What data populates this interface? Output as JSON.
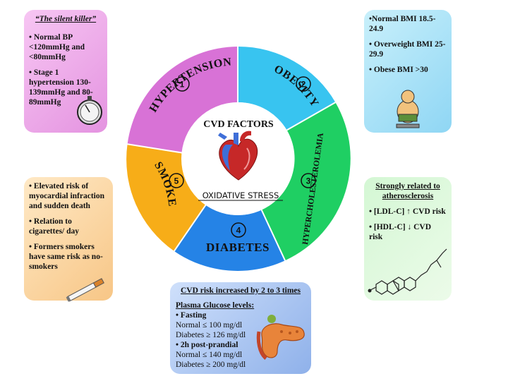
{
  "wheel": {
    "center_title": "CVD FACTORS",
    "center_caption": "OXIDATIVE STRESS",
    "segments": [
      {
        "number": "1",
        "label": "HYPERTENSION",
        "color": "#d872d6"
      },
      {
        "number": "2",
        "label": "OBESITY",
        "color": "#38c4f0"
      },
      {
        "number": "3",
        "label": "HYPERCHOLESTEROLEMIA",
        "color": "#1fcf63"
      },
      {
        "number": "4",
        "label": "DIABETES",
        "color": "#2583e6"
      },
      {
        "number": "5",
        "label": "SMOKE",
        "color": "#f7ad18"
      }
    ]
  },
  "hypertension_box": {
    "heading": "“The silent killer”",
    "items": [
      "• Normal BP <120mmHg and <80mmHg",
      "• Stage 1 hypertension 130-139mmHg and 80-89mmHg"
    ]
  },
  "obesity_box": {
    "items": [
      "•Normal BMI 18.5-24.9",
      "• Overweight BMI 25-29.9",
      "• Obese BMI >30"
    ]
  },
  "smoke_box": {
    "items": [
      "• Elevated risk of myocardial infraction and sudden death",
      "• Relation to cigarettes/ day",
      "• Formers smokers have same risk as no-smokers"
    ]
  },
  "cholesterol_box": {
    "heading": "Strongly related to atherosclerosis",
    "items": [
      "• [LDL-C] ↑ CVD risk",
      "• [HDL-C] ↓ CVD risk"
    ]
  },
  "diabetes_box": {
    "heading": "CVD risk increased by 2 to 3 times",
    "subheading": "Plasma Glucose levels:",
    "fasting_label": "•   Fasting",
    "fasting_normal": "Normal ≤ 100 mg/dl",
    "fasting_diabetes": "Diabetes ≥ 126 mg/dl",
    "postprandial_label": "•   2h post-prandial",
    "postprandial_normal": "Normal ≤ 140 mg/dl",
    "postprandial_diabetes": "Diabetes ≥ 200 mg/dl"
  },
  "icons": [
    "blood-pressure-gauge-icon",
    "overweight-person-icon",
    "cigarette-icon",
    "cholesterol-molecule-icon",
    "pancreas-icon",
    "heart-icon"
  ]
}
